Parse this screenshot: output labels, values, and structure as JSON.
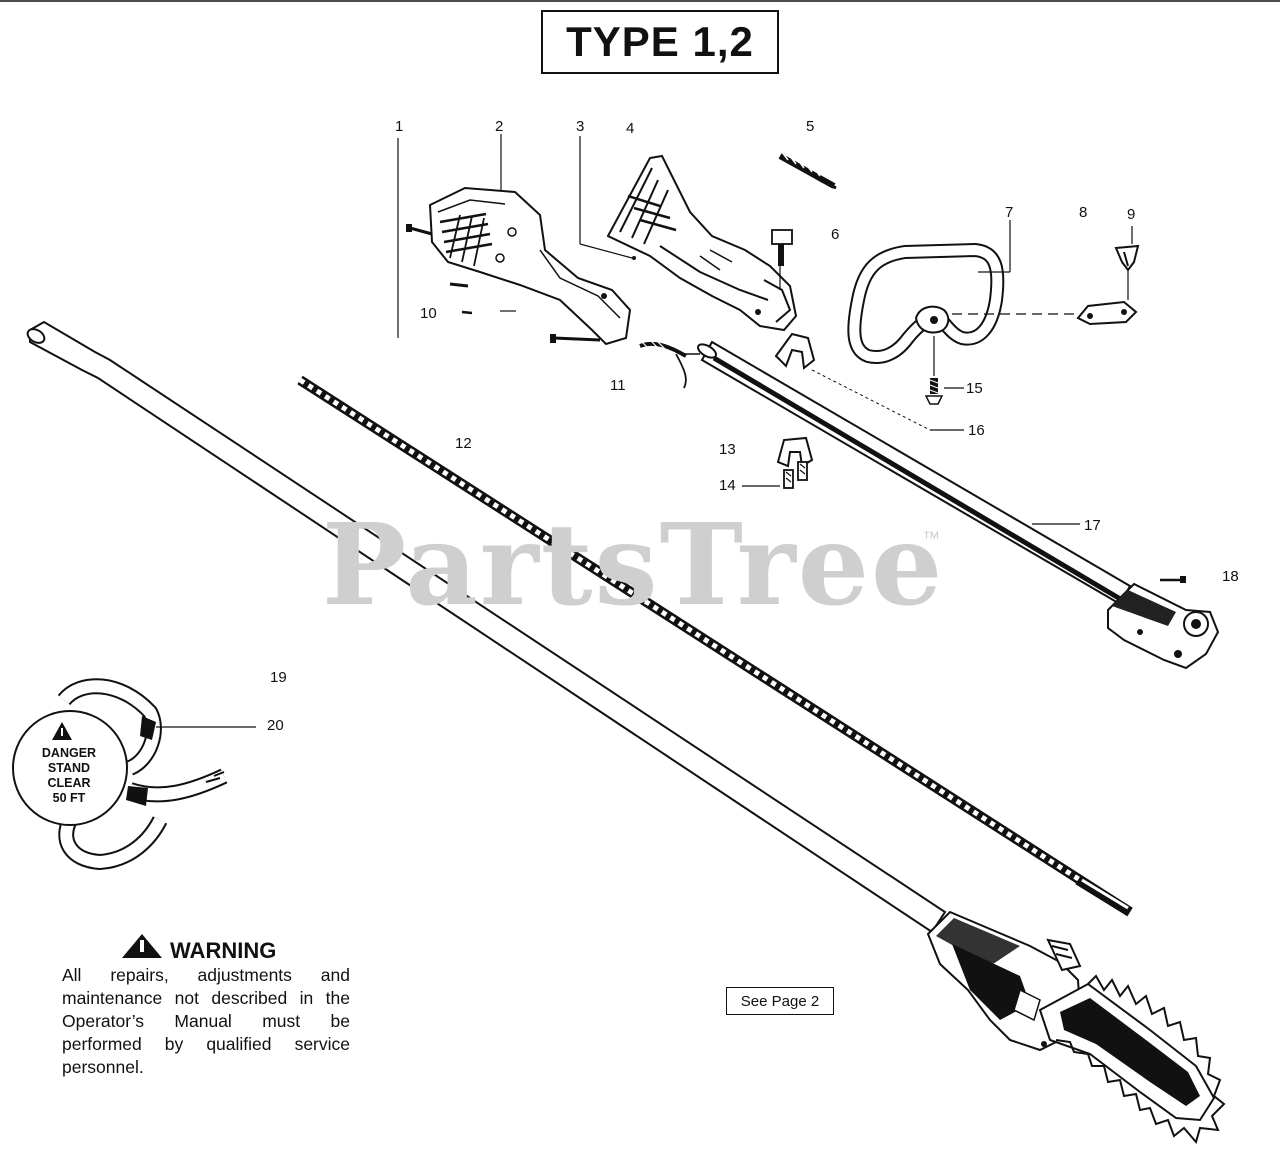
{
  "title": "TYPE 1,2",
  "watermark": {
    "brand": "PartsTree",
    "trademark": "™"
  },
  "callouts": [
    {
      "id": "1",
      "label": "1"
    },
    {
      "id": "2",
      "label": "2"
    },
    {
      "id": "3",
      "label": "3"
    },
    {
      "id": "4",
      "label": "4"
    },
    {
      "id": "5",
      "label": "5"
    },
    {
      "id": "6",
      "label": "6"
    },
    {
      "id": "7",
      "label": "7"
    },
    {
      "id": "8",
      "label": "8"
    },
    {
      "id": "9",
      "label": "9"
    },
    {
      "id": "10",
      "label": "10"
    },
    {
      "id": "11",
      "label": "11"
    },
    {
      "id": "12",
      "label": "12"
    },
    {
      "id": "13",
      "label": "13"
    },
    {
      "id": "14",
      "label": "14"
    },
    {
      "id": "15",
      "label": "15"
    },
    {
      "id": "16",
      "label": "16"
    },
    {
      "id": "17",
      "label": "17"
    },
    {
      "id": "18",
      "label": "18"
    },
    {
      "id": "19",
      "label": "19"
    },
    {
      "id": "20",
      "label": "20"
    }
  ],
  "danger_tag": {
    "line1": "DANGER",
    "line2": "STAND",
    "line3": "CLEAR",
    "line4": "50 FT"
  },
  "warning": {
    "heading": "WARNING",
    "body": "All repairs, adjustments and maintenance not described in the Operator’s Manual must be performed by qualified service personnel."
  },
  "see_page": "See Page 2"
}
